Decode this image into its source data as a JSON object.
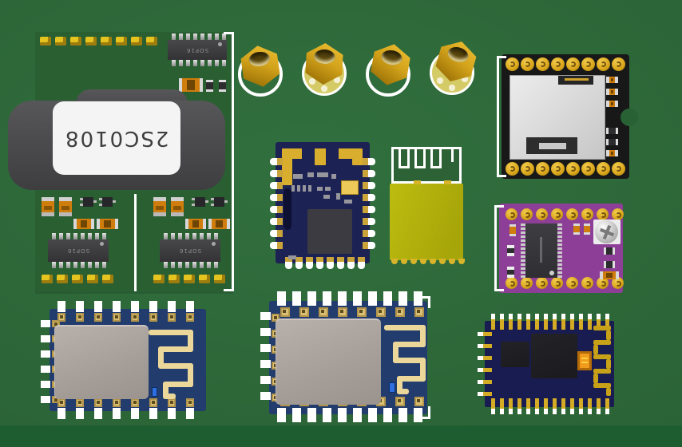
{
  "scene": {
    "name": "3d-render-electronic-modules",
    "background": {
      "center": "#316f3e",
      "edge": "#255e31",
      "floor_band": "#1e5d30"
    }
  },
  "labels": {
    "power_module_marking": "2SC0108",
    "soic_chip_marking": "SOP16"
  },
  "palette": {
    "pcb_green": "#2a5f32",
    "pcb_black": "#181818",
    "pcb_navy": "#1c2254",
    "pcb_blue": "#223c6e",
    "pcb_dark_navy": "#191c50",
    "pcb_purple": "#8d3f97",
    "module_yellow": "#b5b40c",
    "brass": "#d3a31b",
    "gold_pad": "#dca91e",
    "antenna_pale_gold": "#ecd79a",
    "antenna_gold": "#c7a117",
    "shield_gray": "#aca49f",
    "smd_orange": "#cf7d0c",
    "label_white": "#f4f4f4",
    "outline_white": "#ffffff"
  },
  "components": [
    {
      "id": "amplifier-board",
      "kind": "green-pcb-with-power-module",
      "marking": "2SC0108"
    },
    {
      "id": "standoff-1",
      "kind": "brass-hex-standoff"
    },
    {
      "id": "standoff-2",
      "kind": "brass-hex-standoff-with-flange"
    },
    {
      "id": "standoff-3",
      "kind": "brass-hex-standoff"
    },
    {
      "id": "standoff-4",
      "kind": "brass-hex-standoff-with-flange"
    },
    {
      "id": "sdcard-board",
      "kind": "black-pcb-sd-card-slot"
    },
    {
      "id": "bluetooth-module-navy",
      "kind": "castellated-smd-module"
    },
    {
      "id": "esp-yellow-module",
      "kind": "rf-module-yellow-shield"
    },
    {
      "id": "stepper-driver-board",
      "kind": "purple-driver-board"
    },
    {
      "id": "wifi-module-small",
      "kind": "shielded-rf-module-with-antenna"
    },
    {
      "id": "wifi-module-large",
      "kind": "shielded-rf-module-with-antenna"
    },
    {
      "id": "bluetooth-module-dark",
      "kind": "castellated-module-two-chips"
    }
  ]
}
